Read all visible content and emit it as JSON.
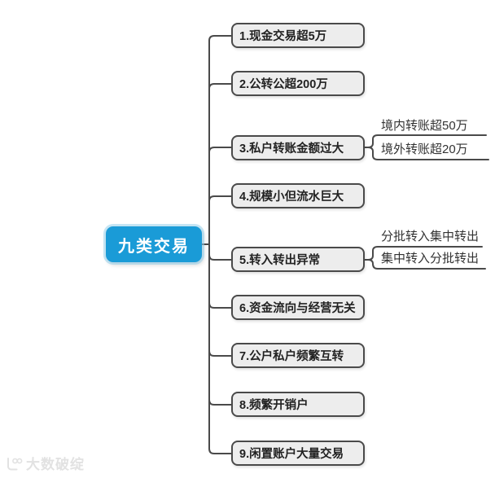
{
  "root": {
    "label": "九类交易"
  },
  "nodes": [
    {
      "label": "1.现金交易超5万",
      "children": []
    },
    {
      "label": "2.公转公超200万",
      "children": []
    },
    {
      "label": "3.私户转账金额过大",
      "children": [
        "境内转账超50万",
        "境外转账超20万"
      ]
    },
    {
      "label": "4.规模小但流水巨大",
      "children": []
    },
    {
      "label": "5.转入转出异常",
      "children": [
        "分批转入集中转出",
        "集中转入分批转出"
      ]
    },
    {
      "label": "6.资金流向与经营无关",
      "children": []
    },
    {
      "label": "7.公户私户频繁互转",
      "children": []
    },
    {
      "label": "8.频繁开销户",
      "children": []
    },
    {
      "label": "9.闲置账户大量交易",
      "children": []
    }
  ],
  "watermark": {
    "label": "大数破绽",
    "icon": "hand-gesture-logo-icon"
  },
  "colors": {
    "root_bg": "#1a9bd7",
    "root_glow": "#96d0eb",
    "box_bg": "#ededed",
    "box_border": "#4a4a4a",
    "connector": "#4a4a4a",
    "box_text": "#222222",
    "sub_text": "#333333",
    "watermark": "#e2e2e2",
    "background": "#ffffff"
  }
}
